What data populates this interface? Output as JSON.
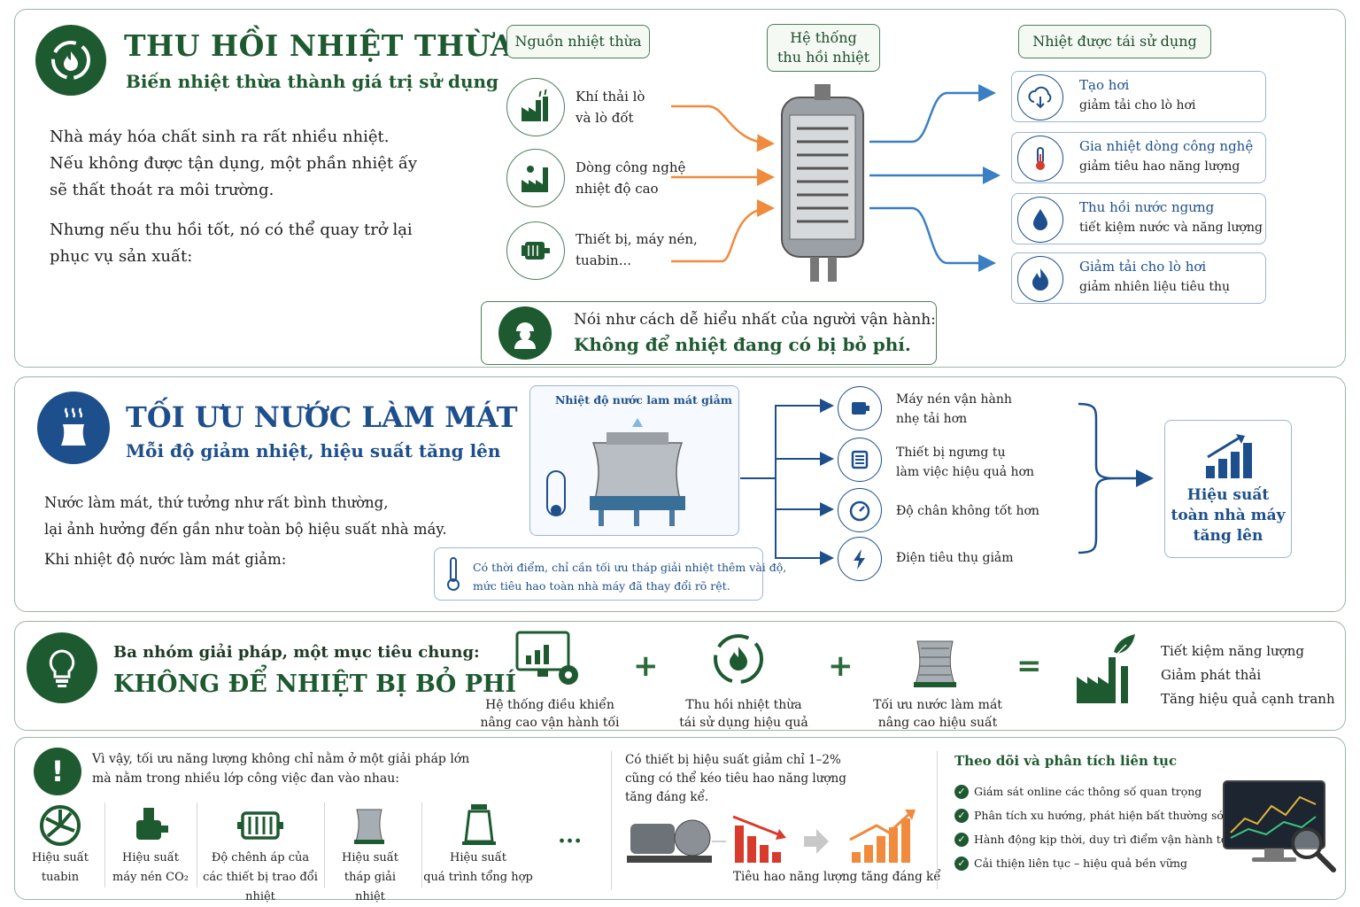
{
  "s1": {
    "title": "THU HỒI NHIỆT THỪA",
    "subtitle": "Biến nhiệt thừa thành giá trị sử dụng",
    "para1": [
      "Nhà máy hóa chất sinh ra rất nhiều nhiệt.",
      "Nếu không được tận dụng, một phần nhiệt ấy",
      "sẽ thất thoát ra môi trường."
    ],
    "para2": [
      "Nhưng nếu thu hồi tốt, nó có thể quay trở lại",
      "phục vụ sản xuất:"
    ],
    "col_source": "Nguồn nhiệt thừa",
    "col_system": [
      "Hệ thống",
      "thu hồi nhiệt"
    ],
    "col_reuse": "Nhiệt được tái sử dụng",
    "sources": [
      {
        "l1": "Khí thải lò",
        "l2": "và lò đốt",
        "icon": "factory-smoke-icon"
      },
      {
        "l1": "Dòng công nghệ",
        "l2": "nhiệt độ cao",
        "icon": "factory-icon"
      },
      {
        "l1": "Thiết bị, máy nén,",
        "l2": "tuabin...",
        "icon": "motor-icon"
      }
    ],
    "outputs": [
      {
        "t1": "Tạo hơi",
        "t2": "giảm tải cho lò hơi",
        "icon": "steam-cloud-icon"
      },
      {
        "t1": "Gia nhiệt dòng công nghệ",
        "t2": "giảm tiêu hao năng lượng",
        "icon": "thermometer-icon"
      },
      {
        "t1": "Thu hồi nước ngưng",
        "t2": "tiết kiệm nước và năng lượng",
        "icon": "water-drop-icon"
      },
      {
        "t1": "Giảm tải cho lò hơi",
        "t2": "giảm nhiên liệu tiêu thụ",
        "icon": "flame-icon"
      }
    ],
    "quote_intro": "Nói như cách dễ hiểu nhất của người vận hành:",
    "quote": "Không để nhiệt đang có bị bỏ phí."
  },
  "s2": {
    "title": "TỐI ƯU NƯỚC LÀM MÁT",
    "subtitle": "Mỗi độ giảm nhiệt, hiệu suất tăng lên",
    "lines": [
      "Nước làm mát, thứ tưởng như rất bình thường,",
      "lại ảnh hưởng đến gần như toàn bộ hiệu suất nhà máy.",
      "Khi nhiệt độ nước làm mát giảm:"
    ],
    "tower_label": "Nhiệt độ nước lam mát giảm",
    "note": [
      "Có thời điểm, chỉ cần tối ưu tháp giải nhiệt thêm vài độ,",
      "mức tiêu hao toàn nhà máy đã thay đổi rõ rệt."
    ],
    "effects": [
      {
        "l1": "Máy nén vận hành",
        "l2": "nhẹ tải hơn",
        "icon": "compressor-icon"
      },
      {
        "l1": "Thiết bị ngưng tụ",
        "l2": "làm việc hiệu quả hơn",
        "icon": "condenser-icon"
      },
      {
        "l1": "Độ chân không tốt hơn",
        "l2": "",
        "icon": "gauge-icon"
      },
      {
        "l1": "Điện tiêu thụ giảm",
        "l2": "",
        "icon": "lightning-icon"
      }
    ],
    "result": [
      "Hiệu suất",
      "toàn nhà máy",
      "tăng lên"
    ]
  },
  "s3": {
    "intro": "Ba nhóm giải pháp, một mục tiêu chung:",
    "title": "KHÔNG ĐỂ NHIỆT BỊ BỎ PHÍ",
    "solutions": [
      {
        "l1": "Hệ thống điều khiển",
        "l2": "nâng cao vận hành tối ưu"
      },
      {
        "l1": "Thu hồi nhiệt thừa",
        "l2": "tái sử dụng hiệu quả"
      },
      {
        "l1": "Tối ưu nước làm mát",
        "l2": "nâng cao hiệu suất"
      }
    ],
    "plus": "+",
    "equals": "=",
    "results": [
      "Tiết kiệm năng lượng",
      "Giảm phát thải",
      "Tăng hiệu quả cạnh tranh"
    ]
  },
  "s4": {
    "intro": [
      "Vì vậy, tối ưu năng lượng không chỉ nằm ở một giải pháp lớn",
      "mà nằm trong nhiều lớp công việc đan vào nhau:"
    ],
    "items": [
      {
        "l1": "Hiệu suất",
        "l2": "tuabin"
      },
      {
        "l1": "Hiệu suất",
        "l2": "máy nén CO₂"
      },
      {
        "l1": "Độ chênh áp của",
        "l2": "các thiết bị trao đổi nhiệt"
      },
      {
        "l1": "Hiệu suất",
        "l2": "tháp giải nhiệt"
      },
      {
        "l1": "Hiệu suất",
        "l2": "quá trình tổng hợp"
      }
    ],
    "ellipsis": "...",
    "middle": [
      "Có thiết bị hiệu suất giảm chỉ 1–2%",
      "cũng có thể kéo tiêu hao năng lượng",
      "tăng đáng kể."
    ],
    "middle_caption": "Tiêu hao năng lượng tăng đáng kể",
    "monitor_title": "Theo dõi và phân tích liên tục",
    "checks": [
      "Giám sát online các thông số quan trọng",
      "Phân tích xu hướng, phát hiện bất thường sớm",
      "Hành động kịp thời, duy trì điểm vận hành tối ưu",
      "Cải thiện liên tục – hiệu quả bền vững"
    ]
  },
  "colors": {
    "green": "#1e5a30",
    "blue": "#1d4f8c",
    "orange": "#f08a3c",
    "red": "#d83a2c"
  }
}
